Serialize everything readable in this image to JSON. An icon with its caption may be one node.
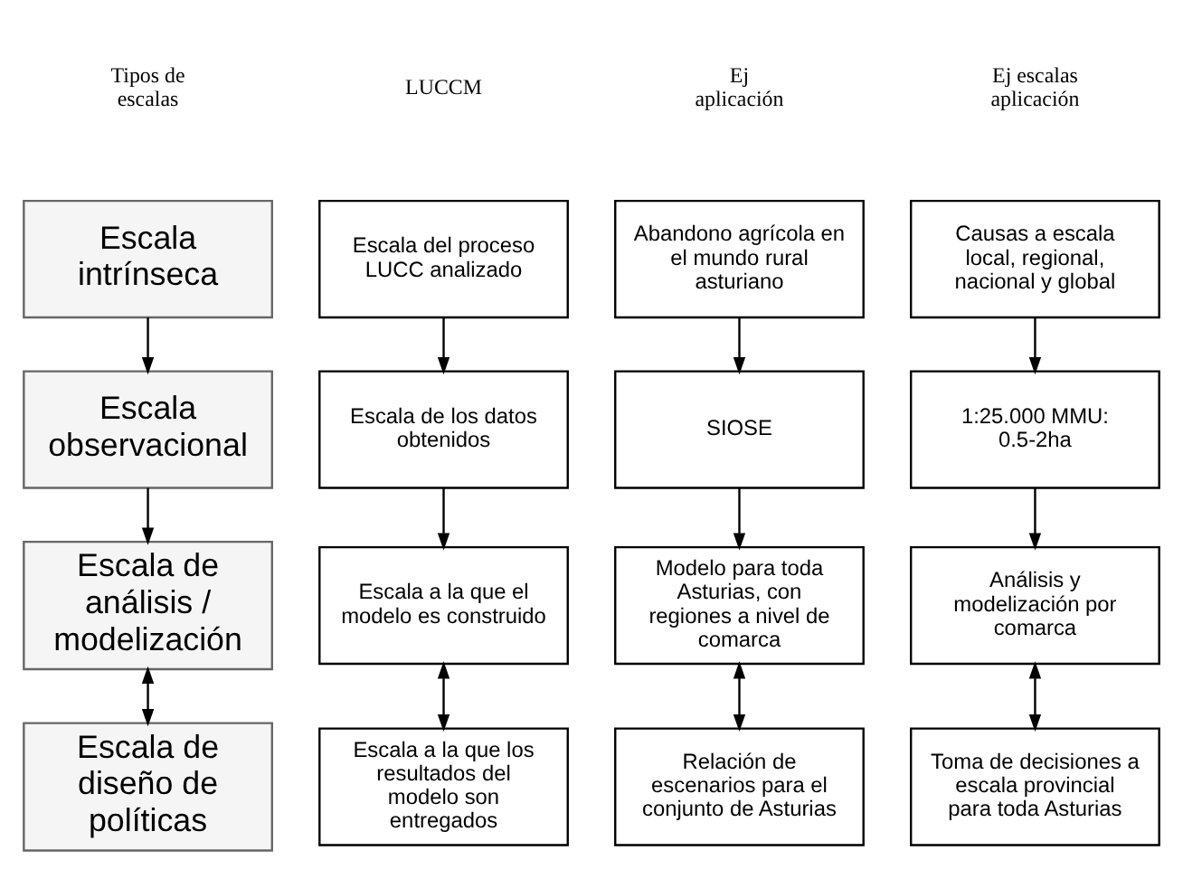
{
  "diagram": {
    "nodes": [
      {
        "text": [
          "Escala intrínseca"
        ]
      },
      {
        "text": [
          "Escala del proceso LUCC analizado"
        ]
      },
      {
        "text": [
          "Abandono agrícola en el mundo rural asturiano"
        ]
      },
      {
        "text": [
          "Causas a escala local, regional, nacional y global"
        ]
      },
      {
        "text": [
          "Escala observacional"
        ]
      },
      {
        "text": [
          "Escala de los datos obtenidos"
        ]
      },
      {
        "text": [
          "SIOSE"
        ]
      },
      {
        "text": [
          "1:25.000 MMU: 0.5-2ha"
        ]
      },
      {
        "text": [
          "Escala de análisis / modelización"
        ]
      },
      {
        "text": [
          "Escala a la que el modelo es construido"
        ]
      },
      {
        "text": [
          "Modelo para toda Asturias, con regiones a nivel de comarca"
        ]
      },
      {
        "text": [
          "Análisis y modelización por comarca"
        ]
      },
      {
        "text": [
          "Escala de diseño de políticas"
        ]
      },
      {
        "text": [
          "Escala a la que los resultados del modelo son entregados"
        ]
      },
      {
        "text": [
          "Relación de escenarios para el conjunto de Asturias"
        ]
      },
      {
        "text": [
          "Toma de decisiones a escala provincial para toda Asturias"
        ]
      }
    ],
    "edges": [
      {
        "from": 0,
        "to": 4,
        "arrow": "to"
      },
      {
        "from": 1,
        "to": 5,
        "arrow": "to"
      },
      {
        "from": 2,
        "to": 6,
        "arrow": "to"
      },
      {
        "from": 3,
        "to": 7,
        "arrow": "to"
      },
      {
        "from": 4,
        "to": 8,
        "arrow": "to"
      },
      {
        "from": 5,
        "to": 9,
        "arrow": "to"
      },
      {
        "from": 6,
        "to": 10,
        "arrow": "to"
      },
      {
        "from": 7,
        "to": 11,
        "arrow": "to"
      },
      {
        "from": 8,
        "to": 12,
        "arrow": "both"
      },
      {
        "from": 9,
        "to": 13,
        "arrow": "both"
      },
      {
        "from": 10,
        "to": 14,
        "arrow": "both"
      },
      {
        "from": 11,
        "to": 15,
        "arrow": "both"
      }
    ],
    "labels": [
      "Tipos de escalas",
      "LUCCM",
      "Ej aplicación",
      "Ej escalas aplicación"
    ]
  }
}
